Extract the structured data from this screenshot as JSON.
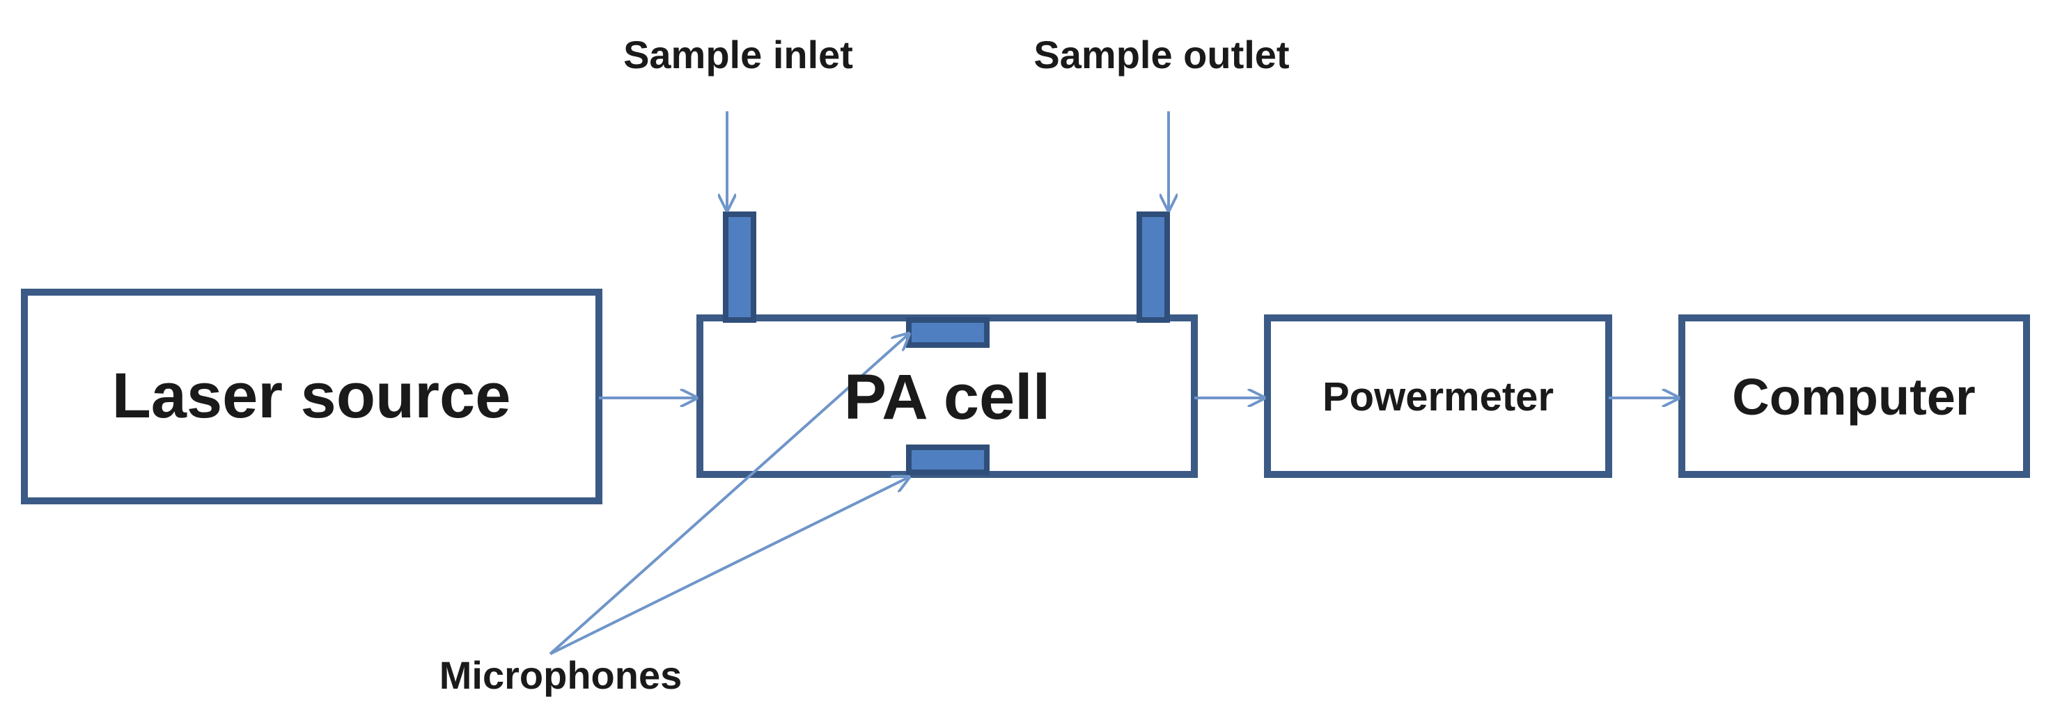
{
  "nodes": {
    "laser_source": "Laser source",
    "pa_cell": "PA cell",
    "powermeter": "Powermeter",
    "computer": "Computer"
  },
  "labels": {
    "sample_inlet": "Sample inlet",
    "sample_outlet": "Sample outlet",
    "microphones": "Microphones"
  },
  "edges": [
    {
      "from": "Laser source",
      "to": "PA cell"
    },
    {
      "from": "PA cell",
      "to": "Powermeter"
    },
    {
      "from": "Powermeter",
      "to": "Computer"
    },
    {
      "from": "Sample inlet",
      "to": "PA cell"
    },
    {
      "from": "Sample outlet",
      "to": "PA cell"
    },
    {
      "from": "Microphones",
      "to": "PA cell"
    }
  ],
  "colors": {
    "box_border": "#3b5a86",
    "port_fill": "#4f7fc0",
    "arrow": "#6f95c9",
    "text": "#1a1a1a"
  }
}
